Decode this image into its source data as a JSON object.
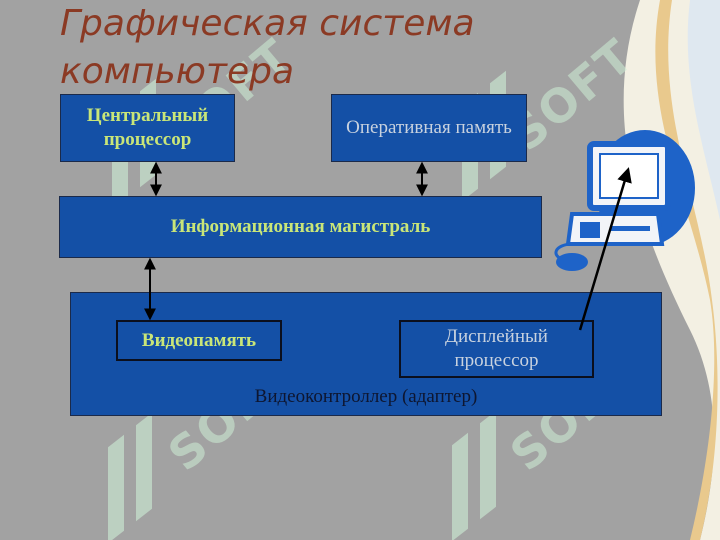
{
  "title": "Графическая система компьютера",
  "blocks": {
    "cpu": "Центральный процессор",
    "ram": "Оперативная память",
    "bus": "Информационная магистраль",
    "vram": "Видеопамять",
    "display_processor": "Дисплейный процессор",
    "video_controller": "Видеоконтроллер (адаптер)"
  },
  "watermark": "SOFT",
  "icons": [
    "computer-icon",
    "arrow-icon"
  ],
  "colors": {
    "background": "#a2a2a2",
    "box_fill": "#1450a6",
    "title": "#8b3a24",
    "bold_text": "#c9e678",
    "light_text": "#c8d2df",
    "accent_blue": "#1e63c8"
  }
}
